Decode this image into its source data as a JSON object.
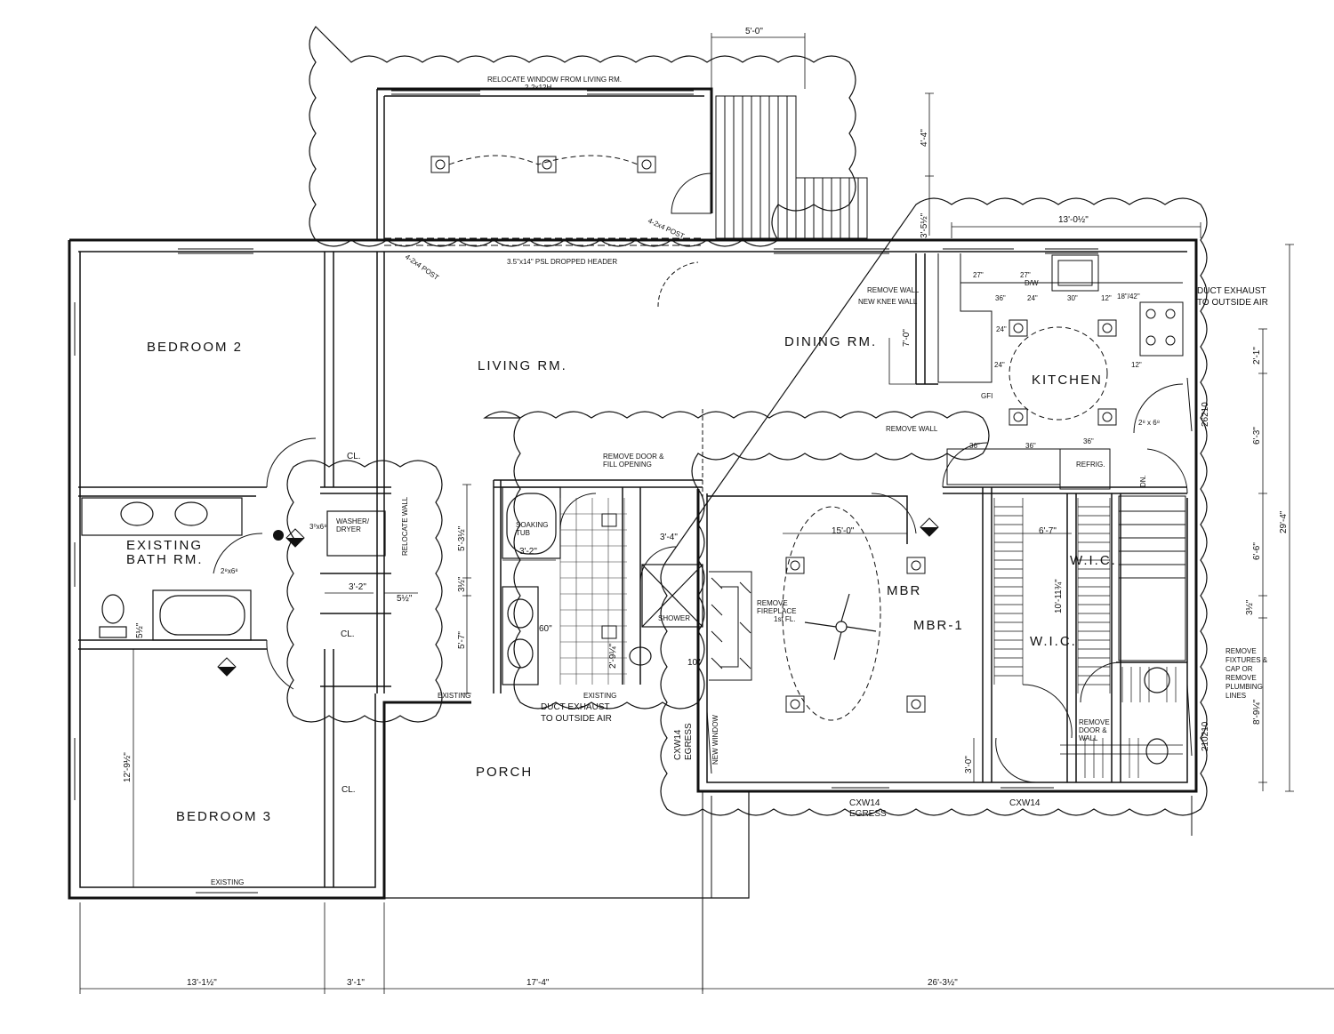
{
  "rooms": {
    "bedroom2": "BEDROOM 2",
    "bedroom3": "BEDROOM 3",
    "existing_bath": [
      "EXISTING",
      "BATH RM."
    ],
    "living": "LIVING RM.",
    "dining": "DINING RM.",
    "kitchen": "KITCHEN",
    "mbr": "MBR",
    "mbr1": "MBR-1",
    "porch": "PORCH",
    "wic1": "W.I.C.",
    "wic2": "W.I.C.",
    "closet1": "CL.",
    "closet2": "CL.",
    "closet3": "CL."
  },
  "notes": {
    "relocate_window": [
      "RELOCATE WINDOW FROM LIVING RM.",
      "2-2x12H."
    ],
    "psl_header": "3.5\"x14\" PSL DROPPED HEADER",
    "post_left": "4-2x4 POST",
    "post_right": "4-2x4 POST",
    "remove_wall_1": "REMOVE WALL",
    "new_knee_wall": "NEW KNEE WALL",
    "remove_wall_2": "REMOVE WALL",
    "duct_exhaust_kitchen": [
      "DUCT EXHAUST",
      "TO OUTSIDE AIR"
    ],
    "duct_exhaust_bath": [
      "DUCT EXHAUST",
      "TO OUTSIDE AIR"
    ],
    "remove_door_fill": [
      "REMOVE DOOR &",
      "FILL OPENING"
    ],
    "soaking_tub": [
      "SOAKING",
      "TUB"
    ],
    "shower": "SHOWER",
    "washer_dryer": [
      "WASHER/",
      "DRYER"
    ],
    "relocate_wall": "RELOCATE WALL",
    "remove_fireplace": [
      "REMOVE",
      "FIREPLACE",
      "1st FL."
    ],
    "remove_door_wall": [
      "REMOVE",
      "DOOR &",
      "WALL"
    ],
    "remove_fixtures": [
      "REMOVE",
      "FIXTURES &",
      "CAP OR",
      "REMOVE",
      "PLUMBING",
      "LINES"
    ],
    "new_window": "NEW WINDOW",
    "egress_left": [
      "CXW14",
      "EGRESS"
    ],
    "egress_bottom": [
      "CXW14",
      "EGRESS"
    ],
    "cxw14": "CXW14",
    "refrig": "REFRIG.",
    "dw": "D/W",
    "dn": "DN.",
    "existing_bath_window": "EXISTING",
    "existing_porch_1": "EXISTING",
    "existing_porch_2": "EXISTING",
    "window_26210": "26210",
    "window_210210": "210210",
    "gfi": "GFI"
  },
  "dimensions": {
    "deck_width": "5'-0\"",
    "deck_depth": "4'-4\"",
    "offset_3_5_half": "3'-5½\"",
    "kitchen_width": "13'-0½\"",
    "dining_7_0": "7'-0\"",
    "right_2_1": "2'-1\"",
    "right_6_3": "6'-3\"",
    "right_6_6": "6'-6\"",
    "right_half": "3½\"",
    "right_8_9": "8'-9¼\"",
    "overall_29_4": "29'-4\"",
    "mbr_15_0": "15'-0\"",
    "wic_6_7": "6'-7\"",
    "mbr_10_11": "10'-11¾\"",
    "bath_3_2": "3'-2\"",
    "laundry_3_2": "3'-2\"",
    "laundry_half": "5½\"",
    "bed3_12_9": "12'-9½\"",
    "bath_5_3": "5'-3½\"",
    "bath_5_7": "5'-7\"",
    "bath_3_half": "3½\"",
    "bath_60": "60\"",
    "bath_2_9": "2'-9¼\"",
    "bath_10": "10\"",
    "bath_3_4": "3'-4\"",
    "mbr_3_0": "3'-0\"",
    "ext_5_half": "5½\"",
    "bottom_13_1": "13'-1½\"",
    "bottom_3_1": "3'-1\"",
    "bottom_17_4": "17'-4\"",
    "bottom_26_3": "26'-3½\"",
    "cab_27a": "27\"",
    "cab_27b": "27\"",
    "cab_36": "36\"",
    "cab_24": "24\"",
    "cab_30": "30\"",
    "cab_12": "12\"",
    "cab_18_42": "18\"/42\"",
    "cab_36b": "36\"",
    "cab_36c": "36\"",
    "cab_36d": "36\"",
    "cab_24a": "24\"",
    "cab_24b": "24\"",
    "cab_12b": "12\"",
    "door_2_8x6_8": "2⁸ x 6⁸",
    "door_3_0x6_8": "3⁰x6⁸",
    "door_2_8x6_8b": "2⁸x6⁸"
  }
}
